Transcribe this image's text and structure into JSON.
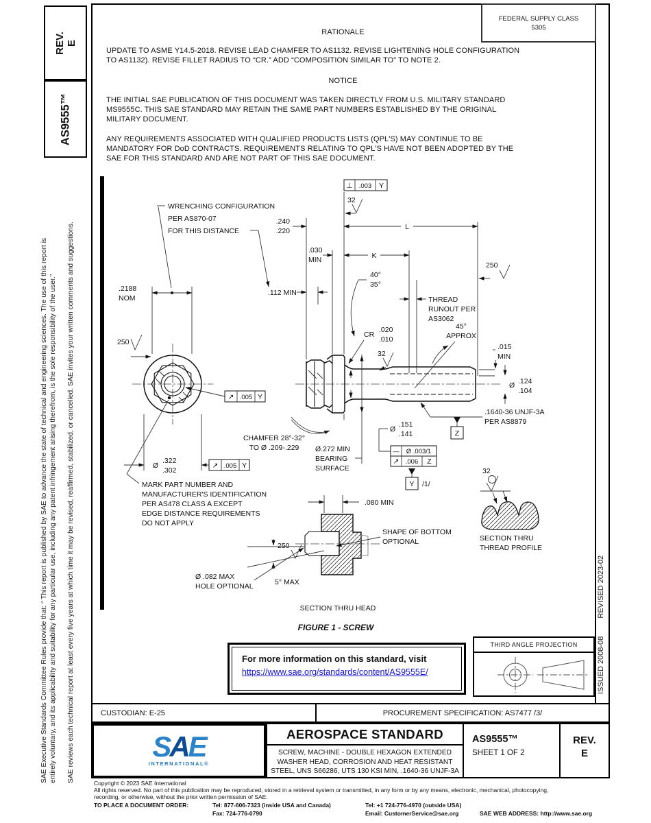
{
  "left_sidebar": {
    "p1l1": "SAE Executive Standards Committee Rules provide that: “ This report is published by SAE to advance the state of technical and engineering sciences. The use of this report is",
    "p1l2": "entirely voluntary, and its applicability and suitability for any particular use, including any patent infringement arising therefrom, is the sole responsibility of the user.”",
    "p2": "SAE reviews each technical report at least every five years at which time it may be revised, reaffirmed, stabilized, or cancelled. SAE invites your written comments and suggestions."
  },
  "rev_box": {
    "label": "REV.",
    "value": "E"
  },
  "doc_box": "AS9555™",
  "side_strip": {
    "issued": "ISSUED 2008-08",
    "revised": "REVISED 2023-02"
  },
  "header": {
    "fsc_l1": "FEDERAL SUPPLY CLASS",
    "fsc_l2": "5305",
    "rationale_title": "RATIONALE",
    "r1": "UPDATE TO ASME Y14.5-2018. REVISE LEAD CHAMFER TO AS1132. REVISE LIGHTENING HOLE CONFIGURATION",
    "r2": "TO AS1132). REVISE FILLET RADIUS TO “CR.” ADD “COMPOSITION SIMILAR TO” TO NOTE 2.",
    "notice_title": "NOTICE",
    "n1l1": "THE INITIAL SAE PUBLICATION OF THIS DOCUMENT WAS TAKEN DIRECTLY FROM U.S. MILITARY STANDARD",
    "n1l2": "MS9555C. THIS SAE STANDARD MAY RETAIN THE SAME PART NUMBERS ESTABLISHED BY THE ORIGINAL",
    "n1l3": "MILITARY DOCUMENT.",
    "n2l1": "ANY REQUIREMENTS ASSOCIATED WITH QUALIFIED PRODUCTS LISTS (QPL'S) MAY CONTINUE TO BE",
    "n2l2": "MANDATORY FOR DoD CONTRACTS. REQUIREMENTS RELATING TO QPL'S HAVE NOT BEEN ADOPTED BY THE",
    "n2l3": "SAE FOR THIS STANDARD AND ARE NOT PART OF THIS SAE DOCUMENT."
  },
  "drawing": {
    "labels": {
      "wrench1": "WRENCHING CONFIGURATION",
      "wrench2": "PER AS870-07",
      "wrench3": "FOR THIS DISTANCE",
      "d2188": ".2188",
      "nom": "NOM",
      "f250": "250",
      "f32": "32",
      "runout_sym": "↗",
      "t005": ".005",
      "dY": "Y",
      "dZ": "Z",
      "dia": "Ø",
      "d322": ".322",
      "d302": ".302",
      "mark1": "MARK PART NUMBER AND",
      "mark2": "MANUFACTURER'S IDENTIFICATION",
      "mark3": "PER AS478 CLASS A EXCEPT",
      "mark4": "EDGE DISTANCE REQUIREMENTS",
      "mark5": "DO NOT APPLY",
      "cham1": "CHAMFER 28°-32°",
      "cham2": "TO Ø .209-.229",
      "perp": "⊥",
      "t003": ".003",
      "d240": ".240",
      "d220": ".220",
      "L": "L",
      "K": "K",
      "d030": ".030",
      "min": "MIN",
      "a40": "40°",
      "a35": "35°",
      "d112": ".112 MIN",
      "tr1": "THREAD",
      "tr2": "RUNOUT PER",
      "tr3": "AS3062",
      "a45": "45°",
      "approx": "APPROX",
      "d015": ".015",
      "d124": ".124",
      "d104": ".104",
      "th1": ".1640-36 UNJF-3A",
      "th2": "PER AS8879",
      "d151": ".151",
      "d141": ".141",
      "cr": "CR",
      "d020": ".020",
      "d010": ".010",
      "brg1": "Ø.272 MIN",
      "brg2": "BEARING",
      "brg3": "SURFACE",
      "straight": "—",
      "t0031": "Ø .003/1",
      "t006": ".006",
      "n11": "/1/",
      "d080": ".080 MIN",
      "shape1": "SHAPE OF BOTTOM",
      "shape2": "OPTIONAL",
      "a5": "5° MAX",
      "hole1": "Ø .082 MAX",
      "hole2": "HOLE OPTIONAL",
      "sec1": "SECTION THRU HEAD",
      "st1": "SECTION THRU",
      "st2": "THREAD PROFILE",
      "fig": "FIGURE 1 - SCREW"
    }
  },
  "info_box": {
    "line1": "For more information on this standard, visit",
    "link": "https://www.sae.org/standards/content/AS9555E/"
  },
  "projection_box": {
    "title": "THIRD ANGLE PROJECTION"
  },
  "custodian_row": {
    "custodian": "CUSTODIAN: E-25",
    "procurement": "PROCUREMENT SPECIFICATION: AS7477 /3/"
  },
  "title_block": {
    "logo_s": "S",
    "logo_a": "A",
    "logo_e": "E",
    "logo_intl": "INTERNATIONAL®",
    "title": "AEROSPACE STANDARD",
    "sub1": "SCREW, MACHINE - DOUBLE HEXAGON EXTENDED",
    "sub2": "WASHER HEAD, CORROSION AND HEAT RESISTANT",
    "sub3": "STEEL, UNS S66286, UTS 130 KSI MIN, .1640-36 UNJF-3A",
    "doc_number": "AS9555™",
    "sheet": "SHEET 1 OF 2",
    "rev_label": "REV.",
    "rev_value": "E"
  },
  "footer": {
    "c1": "Copyright © 2023 SAE International",
    "c2": "All rights reserved. No part of this publication may be reproduced, stored in a retrieval system or transmitted, in any form or by any means, electronic, mechanical, photocopying,",
    "c3": "recording, or otherwise, without the prior written permission of SAE.",
    "order_label": "TO PLACE A DOCUMENT ORDER:",
    "tel1": "Tel: 877-606-7323 (inside USA and Canada)",
    "tel2": "Tel: +1 724-776-4970 (outside USA)",
    "fax": "Fax: 724-776-0790",
    "email": "Email: CustomerService@sae.org",
    "web": "SAE WEB ADDRESS: http://www.sae.org"
  }
}
